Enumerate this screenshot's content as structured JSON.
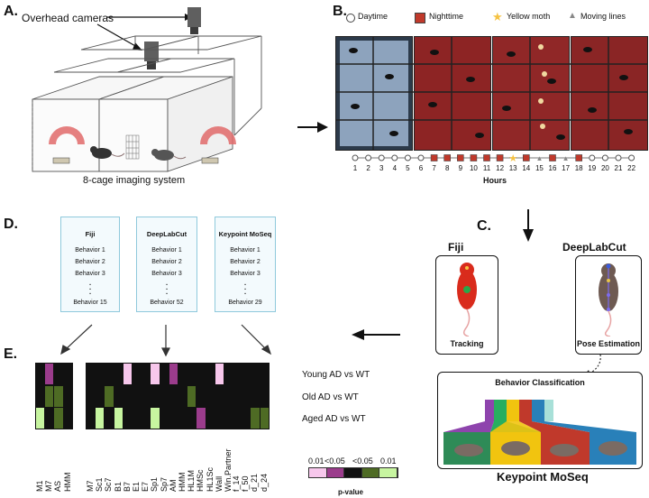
{
  "panel_labels": {
    "a": "A.",
    "b": "B.",
    "c": "C.",
    "d": "D.",
    "e": "E."
  },
  "panel_a": {
    "cameras_label": "Overhead cameras",
    "caption": "8-cage imaging system"
  },
  "panel_b": {
    "legend": [
      {
        "label": "Daytime",
        "marker": "circle",
        "color": "#ffffff"
      },
      {
        "label": "Nighttime",
        "marker": "square",
        "color": "#c0392b"
      },
      {
        "label": "Yellow moth",
        "marker": "star",
        "color": "#f5c242"
      },
      {
        "label": "Moving lines",
        "marker": "triangle",
        "color": "#aaaaaa"
      }
    ],
    "axis_title": "Hours",
    "hours": [
      "1",
      "2",
      "3",
      "4",
      "5",
      "6",
      "7",
      "8",
      "9",
      "10",
      "11",
      "12",
      "13",
      "14",
      "15",
      "16",
      "17",
      "18",
      "19",
      "20",
      "21",
      "22"
    ],
    "markers": [
      "circle",
      "circle",
      "circle",
      "circle",
      "circle",
      "circle",
      "square",
      "square",
      "square",
      "square",
      "square",
      "square",
      "star",
      "square",
      "triangle",
      "square",
      "triangle",
      "square",
      "circle",
      "circle",
      "circle",
      "circle"
    ]
  },
  "panel_d": {
    "boxes": [
      {
        "title": "Fiji",
        "rows": [
          "Behavior 1",
          "Behavior 2",
          "Behavior 3"
        ],
        "last": "Behavior 15"
      },
      {
        "title": "DeepLabCut",
        "rows": [
          "Behavior 1",
          "Behavior 2",
          "Behavior 3"
        ],
        "last": "Behavior 52"
      },
      {
        "title": "Keypoint MoSeq",
        "rows": [
          "Behavior 1",
          "Behavior 2",
          "Behavior 3"
        ],
        "last": "Behavior 29"
      }
    ]
  },
  "panel_c": {
    "fiji_title": "Fiji",
    "fiji_caption": "Tracking",
    "dlc_title": "DeepLabCut",
    "dlc_caption": "Pose Estimation",
    "classification_title": "Behavior Classification",
    "moseq_title": "Keypoint MoSeq"
  },
  "panel_e": {
    "comparisons": [
      "Young AD vs WT",
      "Old AD vs WT",
      "Aged AD vs WT"
    ],
    "groups": [
      {
        "labels": [
          "M1",
          "M7",
          "AS",
          "HMM"
        ]
      },
      {
        "labels": [
          "M7",
          "Sc1",
          "Sc7",
          "B1",
          "B7",
          "E1",
          "E7",
          "Sp1",
          "Sp7",
          "AM",
          "HMM",
          "HL1M",
          "HMSc",
          "HL1Sc",
          "Wall",
          "Win.Partner"
        ]
      },
      {
        "labels": [
          "f_14",
          "f_50",
          "d_21",
          "d_24"
        ]
      }
    ],
    "colors": {
      "k": "#111111",
      "m": "#9b3c8c",
      "p": "#f7c7ec",
      "g": "#4e6b24",
      "l": "#c7f5a0"
    },
    "rows": [
      [
        "k",
        "m",
        "k",
        "k",
        "k",
        "k",
        "k",
        "k",
        "p",
        "k",
        "k",
        "p",
        "k",
        "m",
        "k",
        "k",
        "k",
        "k",
        "p",
        "k",
        "k",
        "k",
        "k",
        "k"
      ],
      [
        "k",
        "g",
        "g",
        "k",
        "k",
        "k",
        "g",
        "k",
        "k",
        "k",
        "k",
        "k",
        "k",
        "k",
        "k",
        "g",
        "k",
        "k",
        "k",
        "k",
        "k",
        "k",
        "k",
        "k"
      ],
      [
        "l",
        "k",
        "g",
        "k",
        "k",
        "l",
        "k",
        "l",
        "k",
        "k",
        "k",
        "l",
        "k",
        "k",
        "k",
        "k",
        "m",
        "k",
        "k",
        "k",
        "k",
        "k",
        "g",
        "g"
      ]
    ],
    "legend": {
      "ticks": [
        "0.01",
        "<0.05",
        "<0.05",
        "0.01"
      ],
      "title": "p-value",
      "colors": [
        "#f7c7ec",
        "#9b3c8c",
        "#111111",
        "#4e6b24",
        "#c7f5a0"
      ]
    }
  }
}
